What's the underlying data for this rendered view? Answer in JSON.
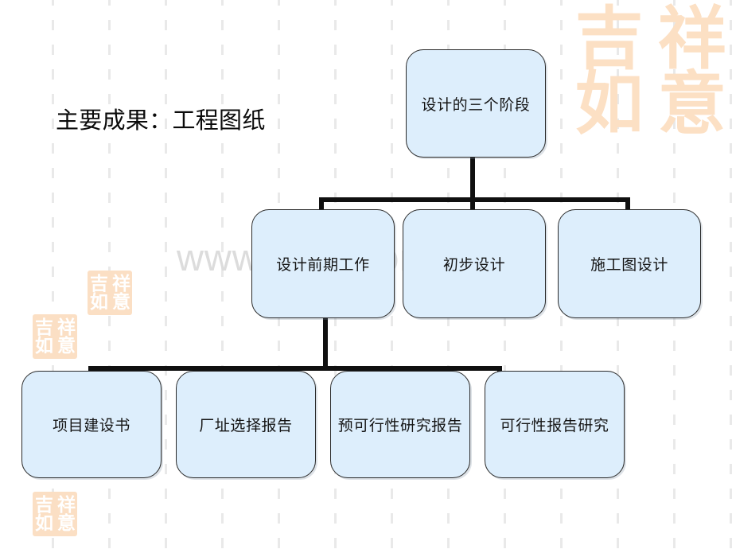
{
  "slide": {
    "title": "主要成果：工程图纸",
    "background_color": "#ffffff",
    "node_fill": "#ddeefc",
    "node_border": "#2a2a2a",
    "connector_color": "#101010",
    "grid_line_color": "#e9e9e9",
    "seal_color": "#fbdfc4"
  },
  "watermark": {
    "url": "www.zixin.com.cn",
    "url_color": "#dcdcdc",
    "seal_chars": [
      "吉",
      "祥",
      "如",
      "意"
    ]
  },
  "chart_data": {
    "type": "diagram",
    "title": "主要成果：工程图纸",
    "orientation": "top-down",
    "levels": [
      {
        "level": 1,
        "nodes": [
          {
            "id": "n0",
            "label": "设计的三个阶段"
          }
        ]
      },
      {
        "level": 2,
        "nodes": [
          {
            "id": "n1",
            "label": "设计前期工作"
          },
          {
            "id": "n2",
            "label": "初步设计"
          },
          {
            "id": "n3",
            "label": "施工图设计"
          }
        ]
      },
      {
        "level": 3,
        "nodes": [
          {
            "id": "n4",
            "label": "项目建设书"
          },
          {
            "id": "n5",
            "label": "厂址选择报告"
          },
          {
            "id": "n6",
            "label": "预可行性研究报告"
          },
          {
            "id": "n7",
            "label": "可行性报告研究"
          }
        ]
      }
    ],
    "edges": [
      {
        "from": "n0",
        "to": "n1"
      },
      {
        "from": "n0",
        "to": "n2"
      },
      {
        "from": "n0",
        "to": "n3"
      },
      {
        "from": "n1",
        "to": "n4"
      },
      {
        "from": "n1",
        "to": "n5"
      },
      {
        "from": "n1",
        "to": "n6"
      },
      {
        "from": "n1",
        "to": "n7"
      }
    ]
  },
  "nodes": {
    "root": "设计的三个阶段",
    "mid": [
      "设计前期工作",
      "初步设计",
      "施工图设计"
    ],
    "leaf": [
      "项目建设书",
      "厂址选择报告",
      "预可行性研究报告",
      "可行性报告研究"
    ]
  }
}
